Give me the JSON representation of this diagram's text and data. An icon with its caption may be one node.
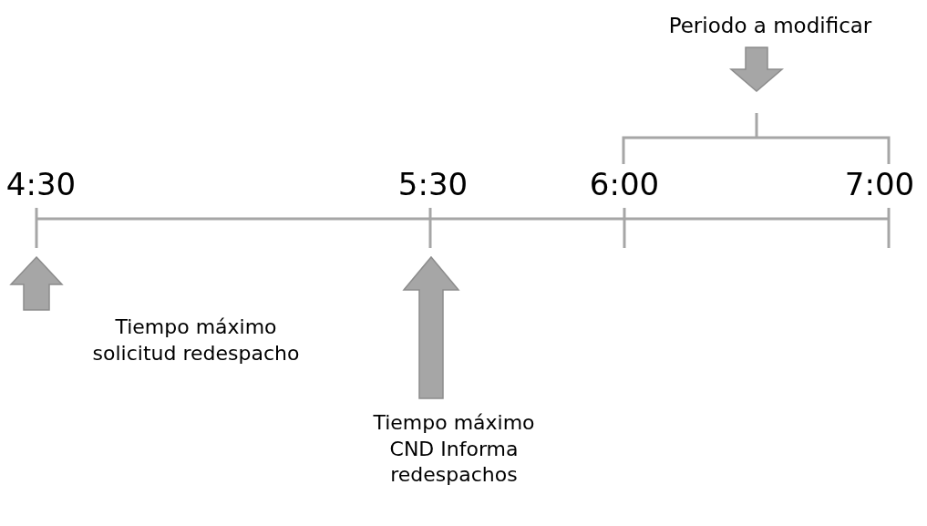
{
  "diagram": {
    "labels": [
      "Periodo a modificar",
      "4:30",
      "5:30",
      "6:00",
      "7:00",
      "Tiempo máximo solicitud redespacho",
      "Tiempo máximo CND Informa redespachos"
    ]
  }
}
